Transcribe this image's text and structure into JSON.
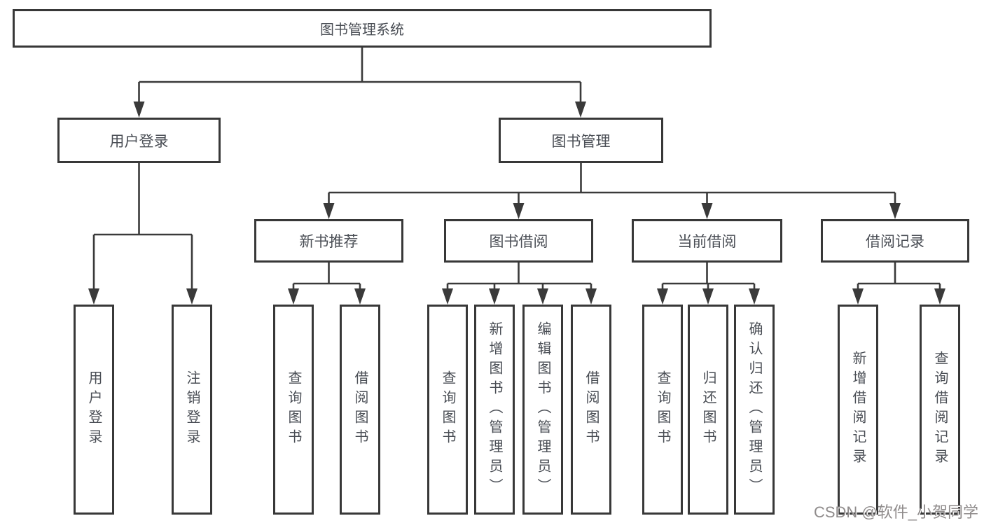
{
  "tree": {
    "label": "图书管理系统",
    "children": [
      {
        "label": "用户登录",
        "children": [
          {
            "label": "用户登录"
          },
          {
            "label": "注销登录"
          }
        ]
      },
      {
        "label": "图书管理",
        "children": [
          {
            "label": "新书推荐",
            "children": [
              {
                "label": "查询图书"
              },
              {
                "label": "借阅图书"
              }
            ]
          },
          {
            "label": "图书借阅",
            "children": [
              {
                "label": "查询图书"
              },
              {
                "label": "新增图书（管理员）"
              },
              {
                "label": "编辑图书（管理员）"
              },
              {
                "label": "借阅图书"
              }
            ]
          },
          {
            "label": "当前借阅",
            "children": [
              {
                "label": "查询图书"
              },
              {
                "label": "归还图书"
              },
              {
                "label": "确认归还（管理员）"
              }
            ]
          },
          {
            "label": "借阅记录",
            "children": [
              {
                "label": "新增借阅记录"
              },
              {
                "label": "查询借阅记录"
              }
            ]
          }
        ]
      }
    ]
  },
  "watermark": {
    "text": "CSDN @软件_小贺同学"
  },
  "colors": {
    "line": "#3a3a3a",
    "box_border": "#383838",
    "text": "#4a4e55",
    "background": "#ffffff",
    "watermark": "#8f8b8b"
  }
}
